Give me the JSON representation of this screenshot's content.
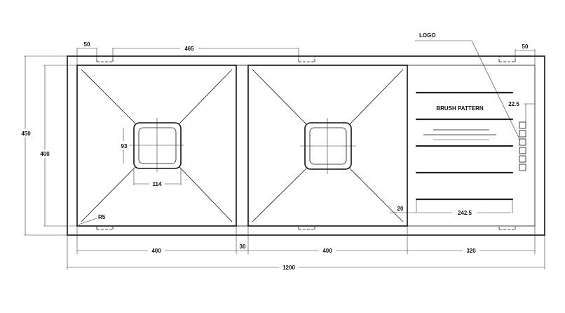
{
  "labels": {
    "logo": "LOGO",
    "brush_pattern": "BRUSH PATTERN",
    "dim_50_left": "50",
    "dim_465": "465",
    "dim_50_right": "50",
    "dim_450": "450",
    "dim_400_height": "400",
    "dim_93": "93",
    "dim_114": "114",
    "dim_r5": "R5",
    "dim_22_5": "22.5",
    "dim_20": "20",
    "dim_242_5": "242.5",
    "dim_400_bowl1": "400",
    "dim_30": "30",
    "dim_400_bowl2": "400",
    "dim_320": "320",
    "dim_1200": "1200"
  }
}
